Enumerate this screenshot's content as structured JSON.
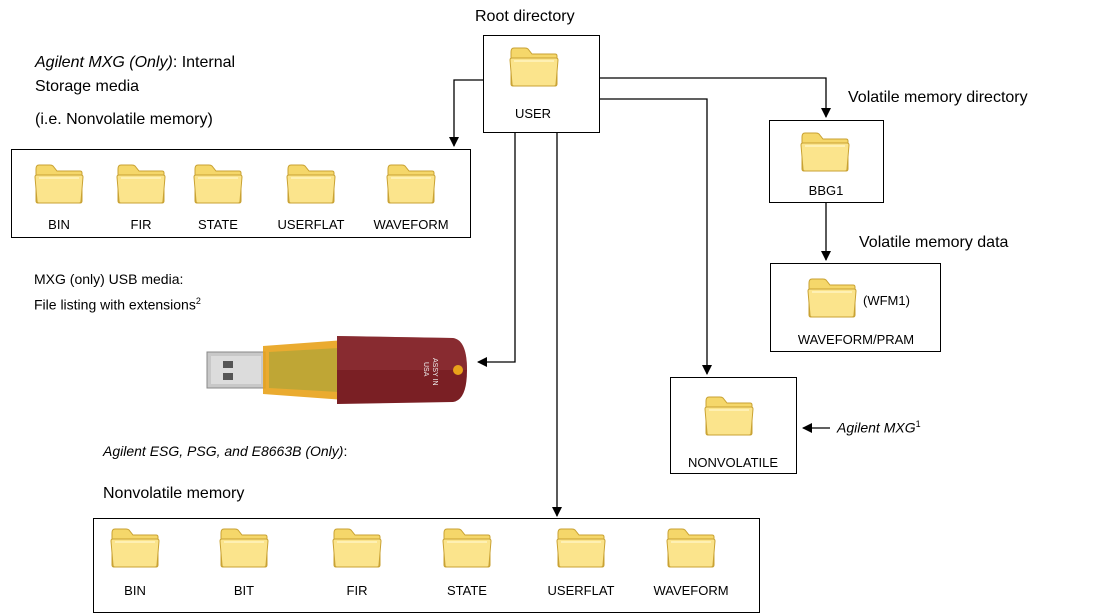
{
  "root": {
    "heading": "Root directory",
    "folder_label": "USER"
  },
  "mxg_internal": {
    "heading_italic": "Agilent MXG (Only)",
    "heading_rest": ": Internal",
    "line2": "Storage media",
    "line3": "(i.e. Nonvolatile memory)",
    "folders": [
      "BIN",
      "FIR",
      "STATE",
      "USERFLAT",
      "WAVEFORM"
    ]
  },
  "volatile_dir": {
    "heading": "Volatile memory directory",
    "folder_label": "BBG1"
  },
  "volatile_data": {
    "heading": "Volatile memory data",
    "folder_label": "WAVEFORM/PRAM",
    "folder_tag": "(WFM1)"
  },
  "usb": {
    "line1": "MXG (only) USB media:",
    "line2": "File listing with extensions",
    "superscript": "2",
    "stick_text_1": "ASSY IN",
    "stick_text_2": "USA"
  },
  "nonvolatile_dir": {
    "folder_label": "NONVOLATILE",
    "pointer_text": "Agilent MXG",
    "pointer_sup": "1"
  },
  "esg": {
    "heading_italic": "Agilent ESG, PSG, and E8663B (Only)",
    "heading_colon": ":",
    "line2": "Nonvolatile memory",
    "folders": [
      "BIN",
      "BIT",
      "FIR",
      "STATE",
      "USERFLAT",
      "WAVEFORM"
    ]
  },
  "colors": {
    "folder_fill": "#f5d76a",
    "folder_front": "#fbe48c",
    "folder_edge": "#c9a233",
    "usb_body": "#7a1f24",
    "usb_cap": "#e8a21a",
    "usb_metal": "#b8b8b8"
  }
}
